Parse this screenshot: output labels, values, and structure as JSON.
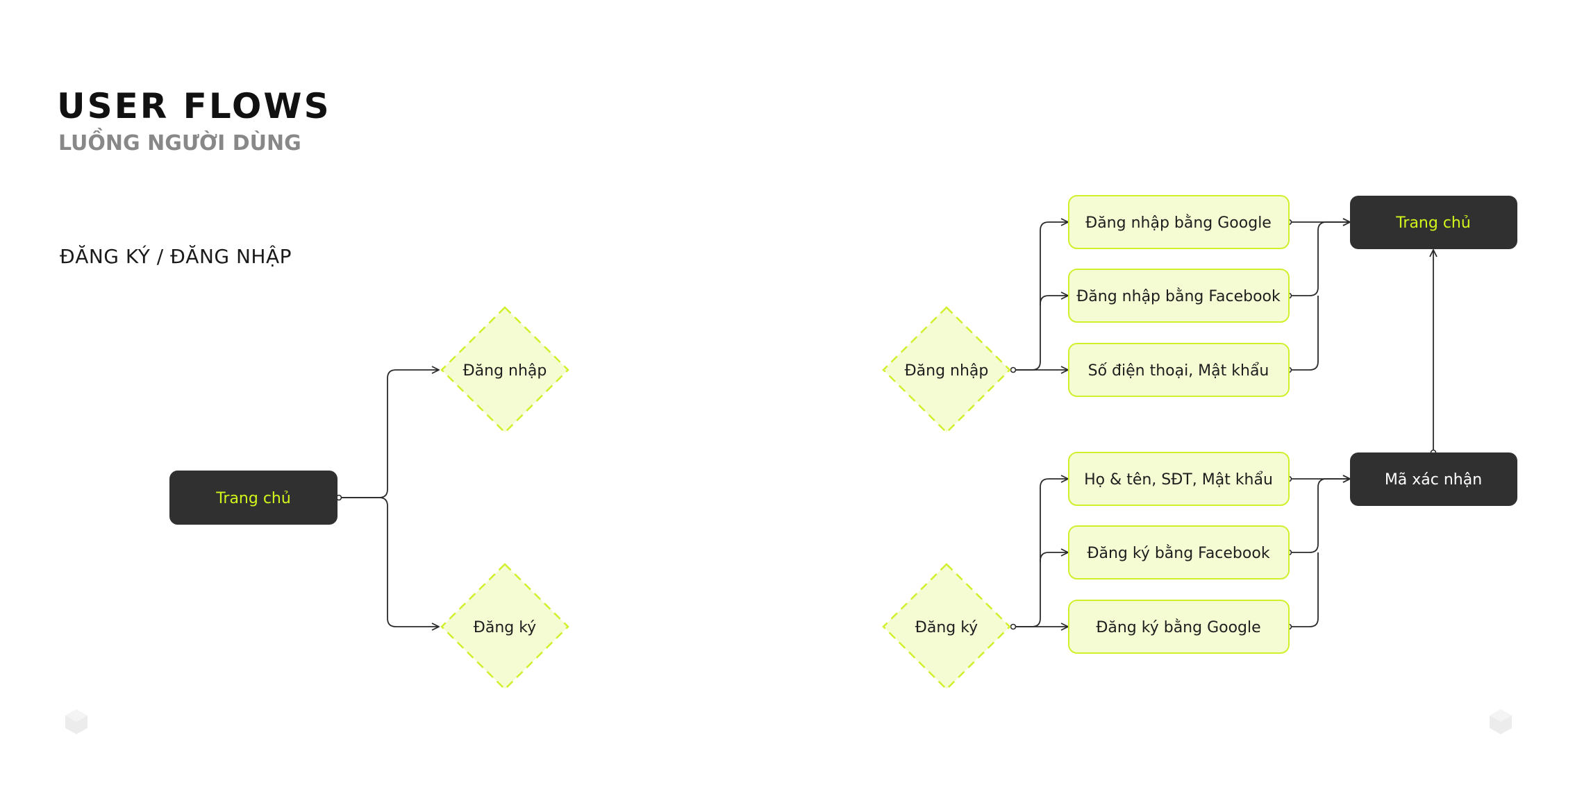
{
  "header": {
    "title": "USER FLOWS",
    "subtitle": "LUỒNG NGƯỜI DÙNG"
  },
  "section_label": "ĐĂNG KÝ / ĐĂNG NHẬP",
  "colors": {
    "dark_node": "#303030",
    "accent_text": "#d4f51c",
    "option_fill": "#f5fbd3",
    "option_border": "#d2ef2c",
    "diamond_fill": "#f5fbd3",
    "diamond_border": "#d2ef2c",
    "line": "#2a2a2a",
    "text_dark": "#1e1e1e",
    "text_light": "#ffffff"
  },
  "left_flow": {
    "start": "Trang chủ",
    "decision_login": "Đăng nhập",
    "decision_register": "Đăng ký"
  },
  "right_flow": {
    "login_decision": "Đăng nhập",
    "login_options": [
      "Đăng nhập bằng Google",
      "Đăng nhập bằng Facebook",
      "Số điện thoại, Mật khẩu"
    ],
    "login_target": "Trang chủ",
    "register_decision": "Đăng ký",
    "register_options": [
      "Họ & tên, SĐT, Mật khẩu",
      "Đăng ký bằng Facebook",
      "Đăng ký bằng Google"
    ],
    "register_target": "Mã xác nhận"
  }
}
